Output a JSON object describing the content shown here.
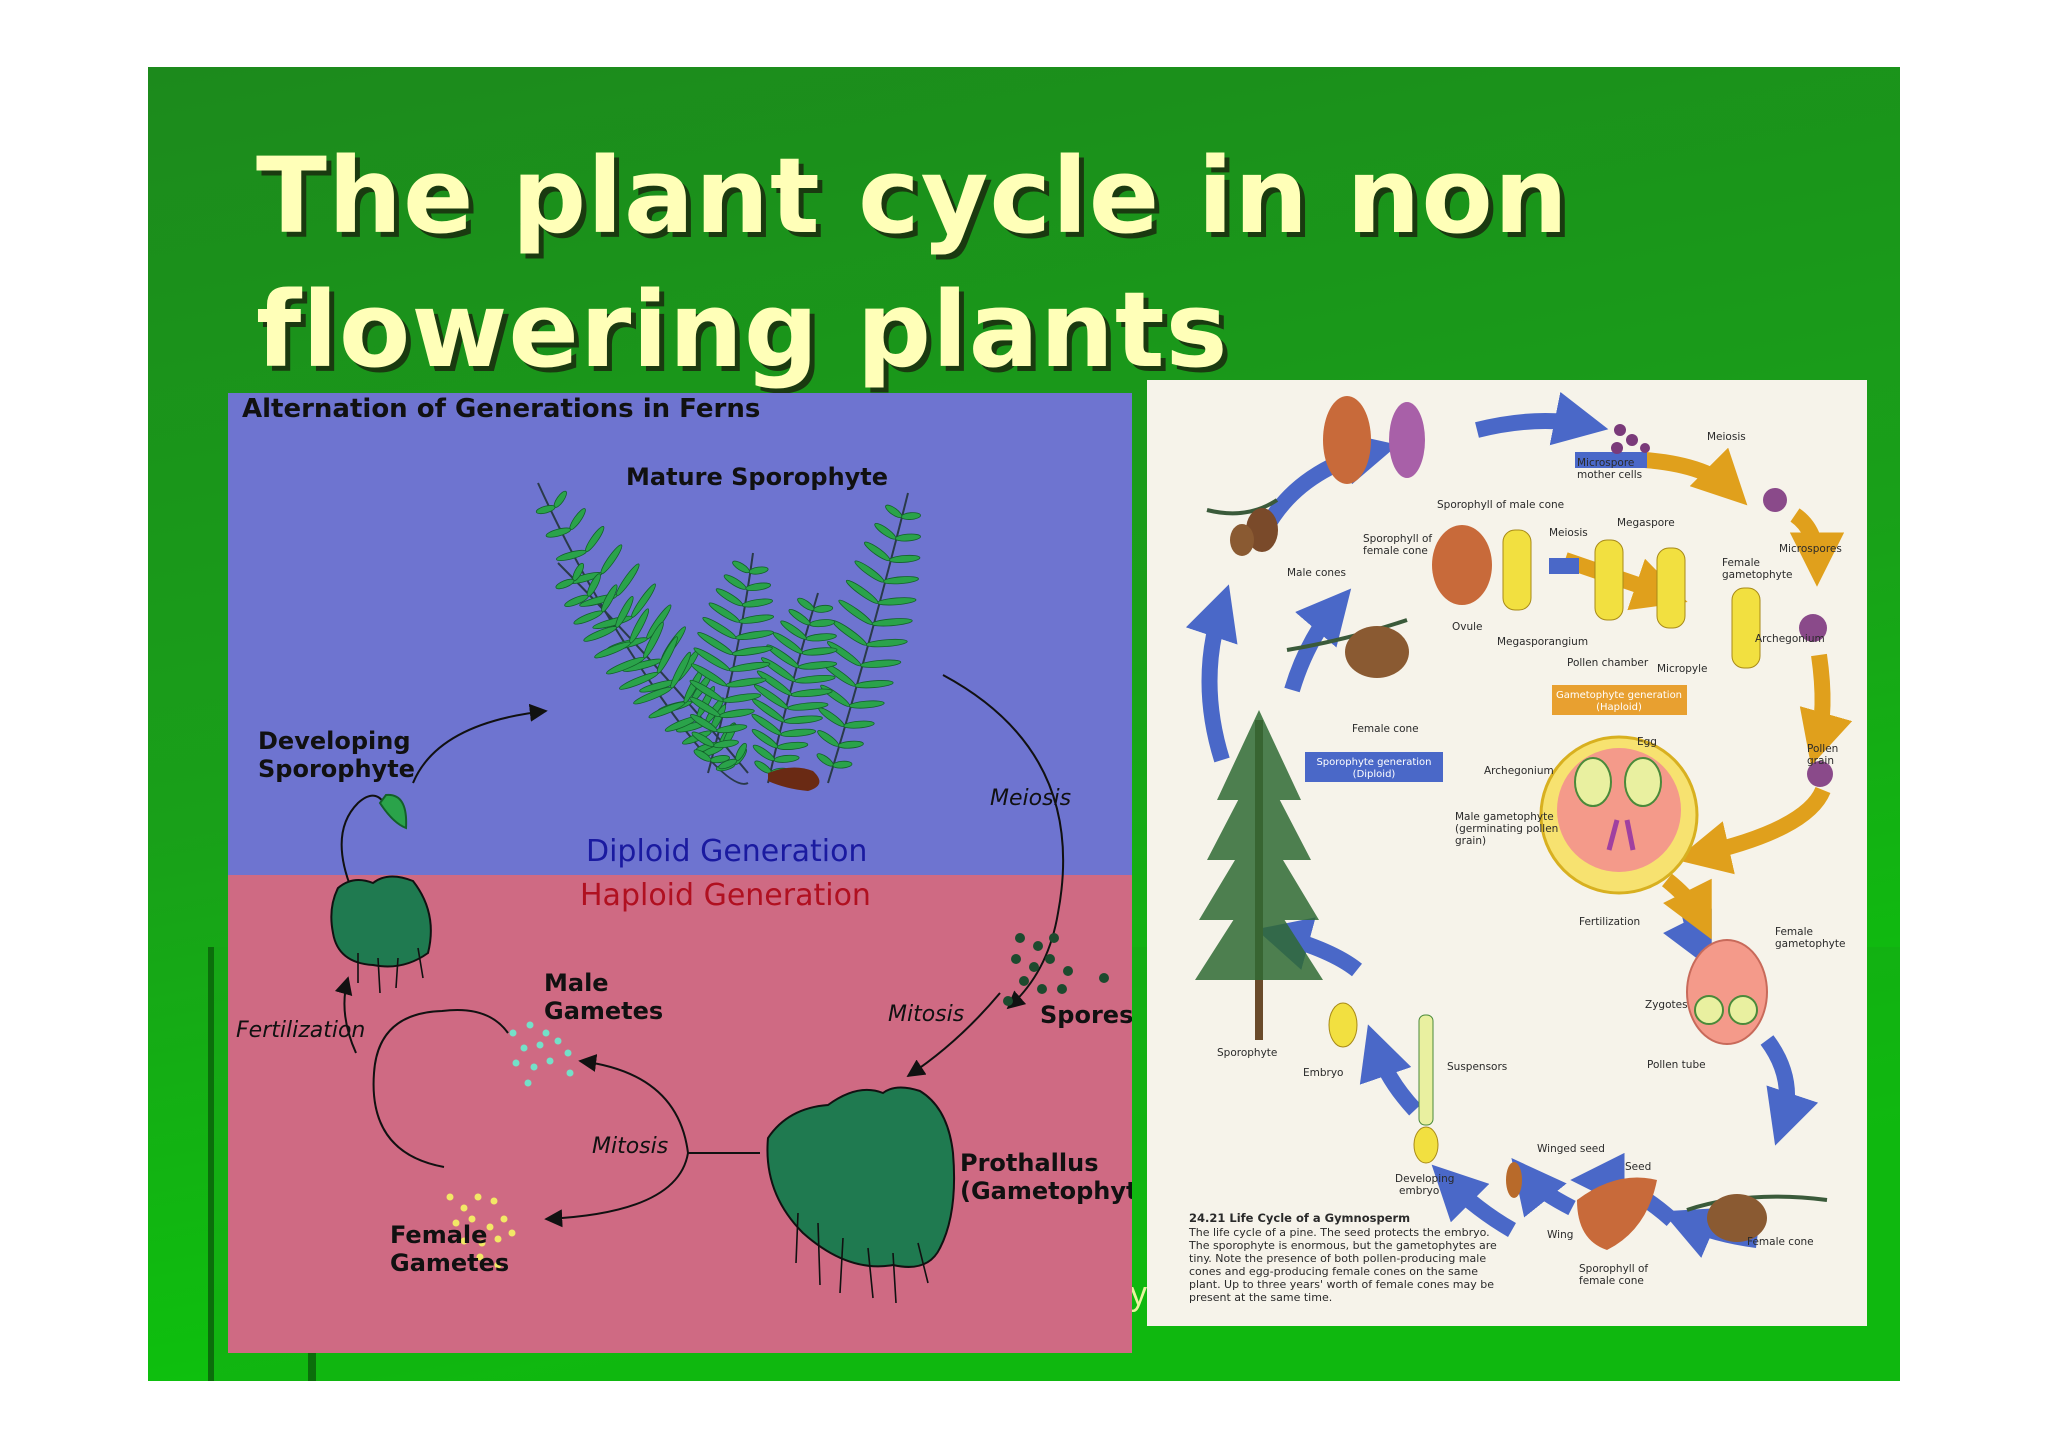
{
  "slide": {
    "title_line1": "The plant cycle in non",
    "title_line2": "flowering plants",
    "stray_char": "y"
  },
  "fern_diagram": {
    "heading": "Alternation of Generations in Ferns",
    "mature_sporophyte": "Mature Sporophyte",
    "developing_sporophyte_line1": "Developing",
    "developing_sporophyte_line2": "Sporophyte",
    "meiosis": "Meiosis",
    "diploid_generation": "Diploid Generation",
    "haploid_generation": "Haploid Generation",
    "male_gametes_line1": "Male",
    "male_gametes_line2": "Gametes",
    "fertilization": "Fertilization",
    "mitosis_upper": "Mitosis",
    "spores": "Spores",
    "mitosis_lower": "Mitosis",
    "prothallus_line1": "Prothallus",
    "prothallus_line2": "(Gametophyte)",
    "female_gametes_line1": "Female",
    "female_gametes_line2": "Gametes",
    "colors": {
      "diploid_bg": "#6e74d0",
      "haploid_bg": "#cf6a83",
      "diploid_text": "#1a1aa0",
      "haploid_text": "#b01020",
      "fern_green": "#2aa34a",
      "gametophyte_green": "#1f7a50"
    }
  },
  "pine_diagram": {
    "labels": {
      "meiosis_top": "Meiosis",
      "microspore_mother_line1": "Microspore",
      "microspore_mother_line2": "mother cells",
      "sporophyll_male": "Sporophyll of male cone",
      "male_cones": "Male cones",
      "sporophyll_female_line1": "Sporophyll of",
      "sporophyll_female_line2": "female cone",
      "meiosis_mid": "Meiosis",
      "megaspore": "Megaspore",
      "microspores": "Microspores",
      "female_gametophyte_top_line1": "Female",
      "female_gametophyte_top_line2": "gametophyte",
      "ovule": "Ovule",
      "megasporangium": "Megasporangium",
      "pollen_chamber": "Pollen chamber",
      "micropyle": "Micropyle",
      "archegonium_right": "Archegonium",
      "gametophyte_gen_line1": "Gametophyte generation",
      "gametophyte_gen_line2": "(Haploid)",
      "female_cone_top": "Female cone",
      "egg": "Egg",
      "pollen_grain_line1": "Pollen",
      "pollen_grain_line2": "grain",
      "sporophyte_gen_line1": "Sporophyte generation",
      "sporophyte_gen_line2": "(Diploid)",
      "archegonium_mid": "Archegonium",
      "male_gametophyte_line1": "Male gametophyte",
      "male_gametophyte_line2": "(germinating pollen",
      "male_gametophyte_line3": "grain)",
      "fertilization": "Fertilization",
      "female_gametophyte_low_line1": "Female",
      "female_gametophyte_low_line2": "gametophyte",
      "zygotes": "Zygotes",
      "sporophyte": "Sporophyte",
      "embryo": "Embryo",
      "suspensors": "Suspensors",
      "pollen_tube": "Pollen tube",
      "winged_seed": "Winged seed",
      "seed": "Seed",
      "developing_embryo_line1": "Developing",
      "developing_embryo_line2": "embryo",
      "wing": "Wing",
      "sporophyll_bottom_line1": "Sporophyll of",
      "sporophyll_bottom_line2": "female cone",
      "female_cone_bottom": "Female cone"
    },
    "caption": {
      "heading": "24.21  Life Cycle of a Gymnosperm",
      "line1": "The life cycle of a pine. The seed protects the embryo.",
      "line2": "The sporophyte is enormous, but the gametophytes are",
      "line3": "tiny. Note the presence of both pollen-producing male",
      "line4": "cones and egg-producing female cones on the same",
      "line5": "plant. Up to three years' worth of female cones may be",
      "line6": "present at the same time."
    },
    "colors": {
      "paper": "#f6f3ea",
      "sporophyte_arrow": "#4a68c8",
      "gametophyte_arrow": "#e0a01c"
    }
  }
}
